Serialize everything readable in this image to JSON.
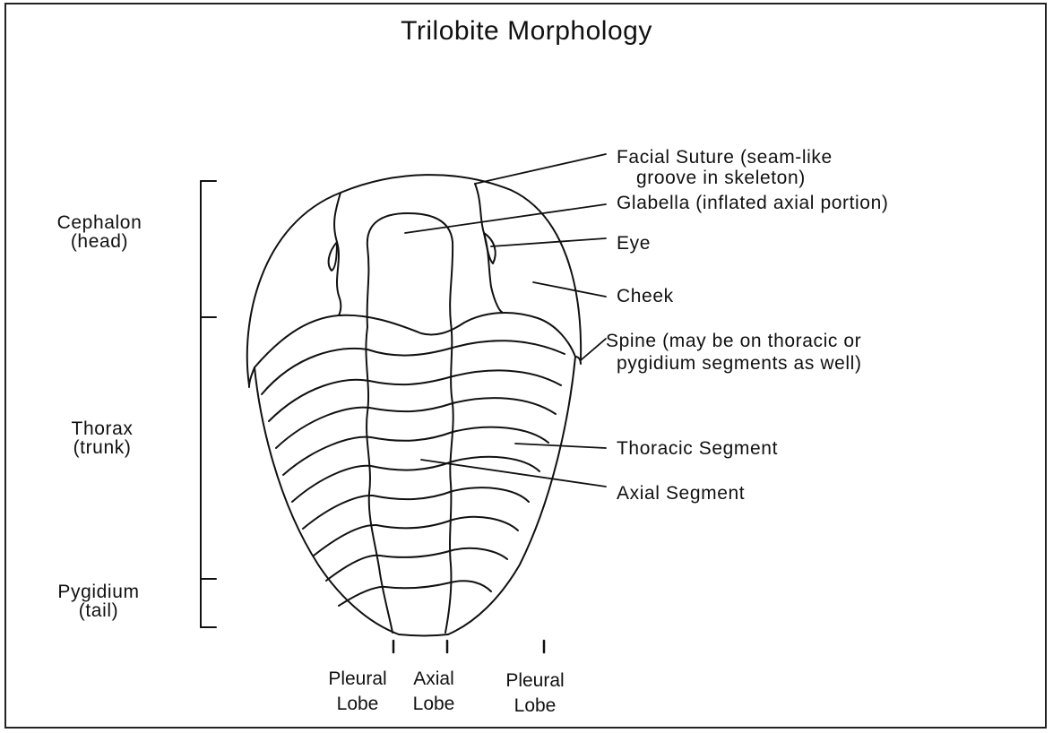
{
  "title": "Trilobite Morphology",
  "regions": [
    {
      "line1": "Cephalon",
      "line2": "(head)"
    },
    {
      "line1": "Thorax",
      "line2": "(trunk)"
    },
    {
      "line1": "Pygidium",
      "line2": "(tail)"
    }
  ],
  "labels": {
    "facial_suture_1": "Facial Suture (seam-like",
    "facial_suture_2": "groove in skeleton)",
    "glabella": "Glabella (inflated axial portion)",
    "eye": "Eye",
    "cheek": "Cheek",
    "spine_1": "Spine (may be on thoracic or",
    "spine_2": "pygidium segments as well)",
    "thoracic_segment": "Thoracic Segment",
    "axial_segment": "Axial Segment"
  },
  "lobes": [
    {
      "line1": "Pleural",
      "line2": "Lobe"
    },
    {
      "line1": "Axial",
      "line2": "Lobe"
    },
    {
      "line1": "Pleural",
      "line2": "Lobe"
    }
  ]
}
